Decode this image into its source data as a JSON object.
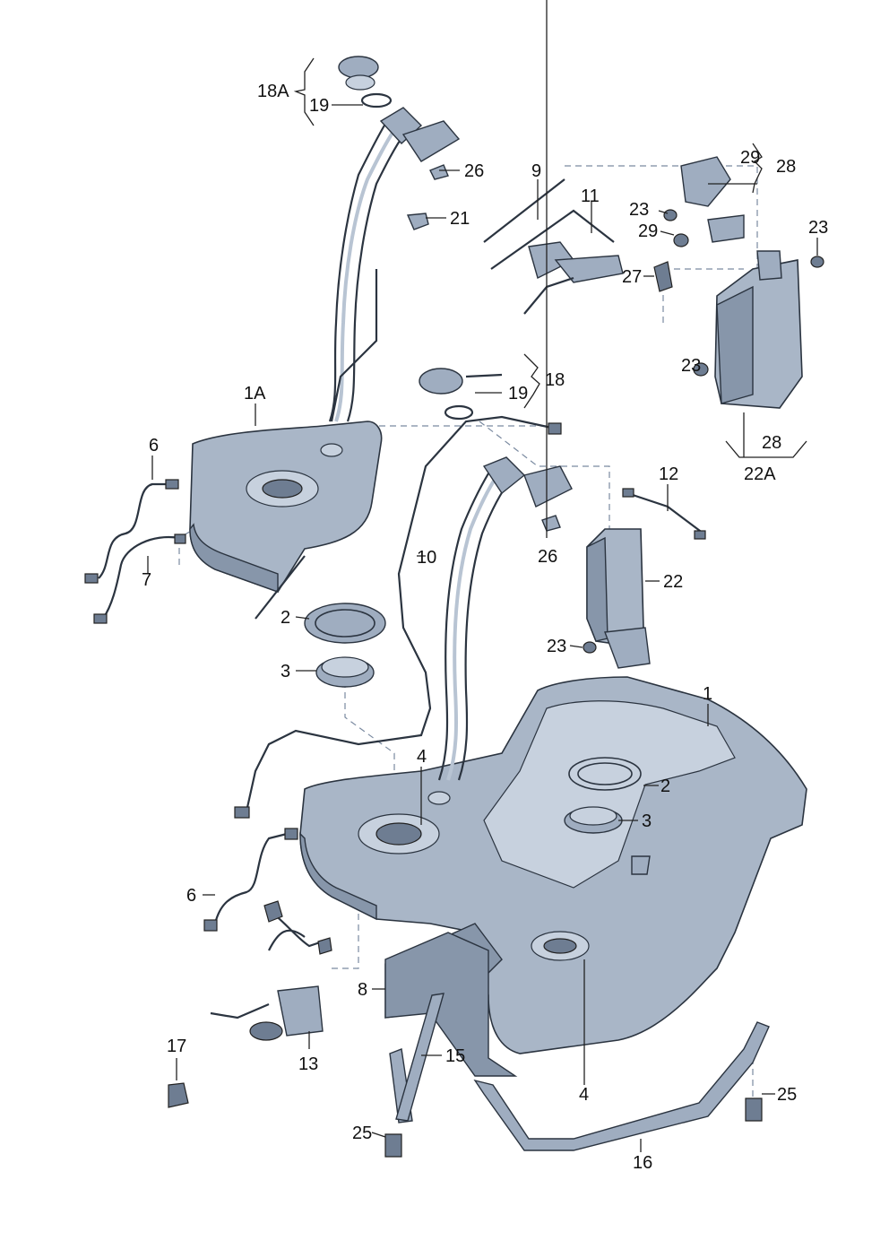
{
  "callouts": [
    {
      "id": "c18A",
      "text": "18A"
    },
    {
      "id": "c19a",
      "text": "19"
    },
    {
      "id": "c26a",
      "text": "26"
    },
    {
      "id": "c21",
      "text": "21"
    },
    {
      "id": "c9",
      "text": "9"
    },
    {
      "id": "c11",
      "text": "11"
    },
    {
      "id": "c29a",
      "text": "29"
    },
    {
      "id": "c28a",
      "text": "28"
    },
    {
      "id": "c23a",
      "text": "23"
    },
    {
      "id": "c29b",
      "text": "29"
    },
    {
      "id": "c23b",
      "text": "23"
    },
    {
      "id": "c27",
      "text": "27"
    },
    {
      "id": "c23c",
      "text": "23"
    },
    {
      "id": "c1A",
      "text": "1A"
    },
    {
      "id": "c6a",
      "text": "6"
    },
    {
      "id": "c7",
      "text": "7"
    },
    {
      "id": "c18",
      "text": "18"
    },
    {
      "id": "c19b",
      "text": "19"
    },
    {
      "id": "c28b",
      "text": "28"
    },
    {
      "id": "c22A",
      "text": "22A"
    },
    {
      "id": "c12",
      "text": "12"
    },
    {
      "id": "c10",
      "text": "10"
    },
    {
      "id": "c26b",
      "text": "26"
    },
    {
      "id": "c22",
      "text": "22"
    },
    {
      "id": "c2a",
      "text": "2"
    },
    {
      "id": "c23d",
      "text": "23"
    },
    {
      "id": "c3a",
      "text": "3"
    },
    {
      "id": "c1",
      "text": "1"
    },
    {
      "id": "c4a",
      "text": "4"
    },
    {
      "id": "c2b",
      "text": "2"
    },
    {
      "id": "c3b",
      "text": "3"
    },
    {
      "id": "c6b",
      "text": "6"
    },
    {
      "id": "c8",
      "text": "8"
    },
    {
      "id": "c17",
      "text": "17"
    },
    {
      "id": "c13",
      "text": "13"
    },
    {
      "id": "c15",
      "text": "15"
    },
    {
      "id": "c4b",
      "text": "4"
    },
    {
      "id": "c25a",
      "text": "25"
    },
    {
      "id": "c25b",
      "text": "25"
    },
    {
      "id": "c16",
      "text": "16"
    }
  ],
  "colors": {
    "metal": "#a9b6c7",
    "outline": "#2b3440",
    "leader": "#222222",
    "dashed": "#7a8aa0"
  }
}
